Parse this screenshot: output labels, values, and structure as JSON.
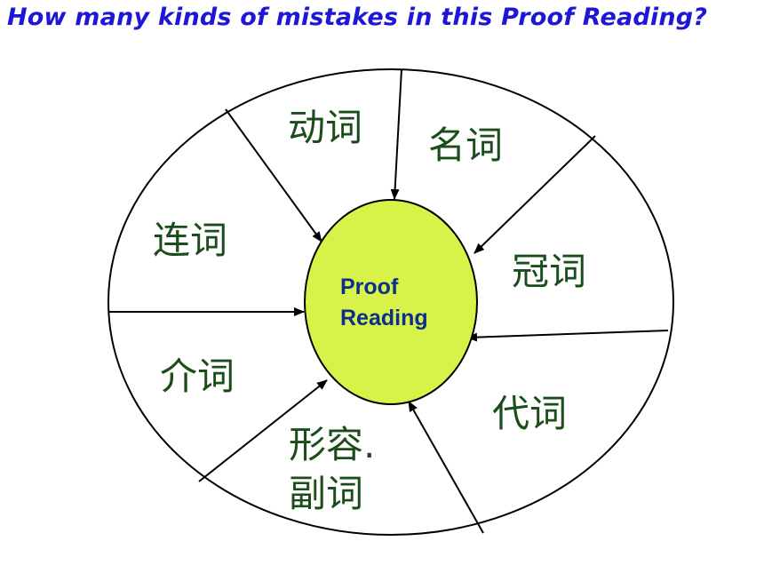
{
  "title": "How many kinds of mistakes in this Proof Reading?",
  "center": {
    "line1": "Proof",
    "line2": "Reading",
    "fill_color": "#d9f24a"
  },
  "segments": [
    {
      "label": "动词"
    },
    {
      "label": "名词"
    },
    {
      "label": "冠词"
    },
    {
      "label": "代词"
    },
    {
      "label": "形容.",
      "label2": "副词"
    },
    {
      "label": "介词"
    },
    {
      "label": "连词"
    }
  ],
  "colors": {
    "title": "#1f17d6",
    "segment_text": "#1a4d1a",
    "center_text": "#0b2f8a"
  }
}
